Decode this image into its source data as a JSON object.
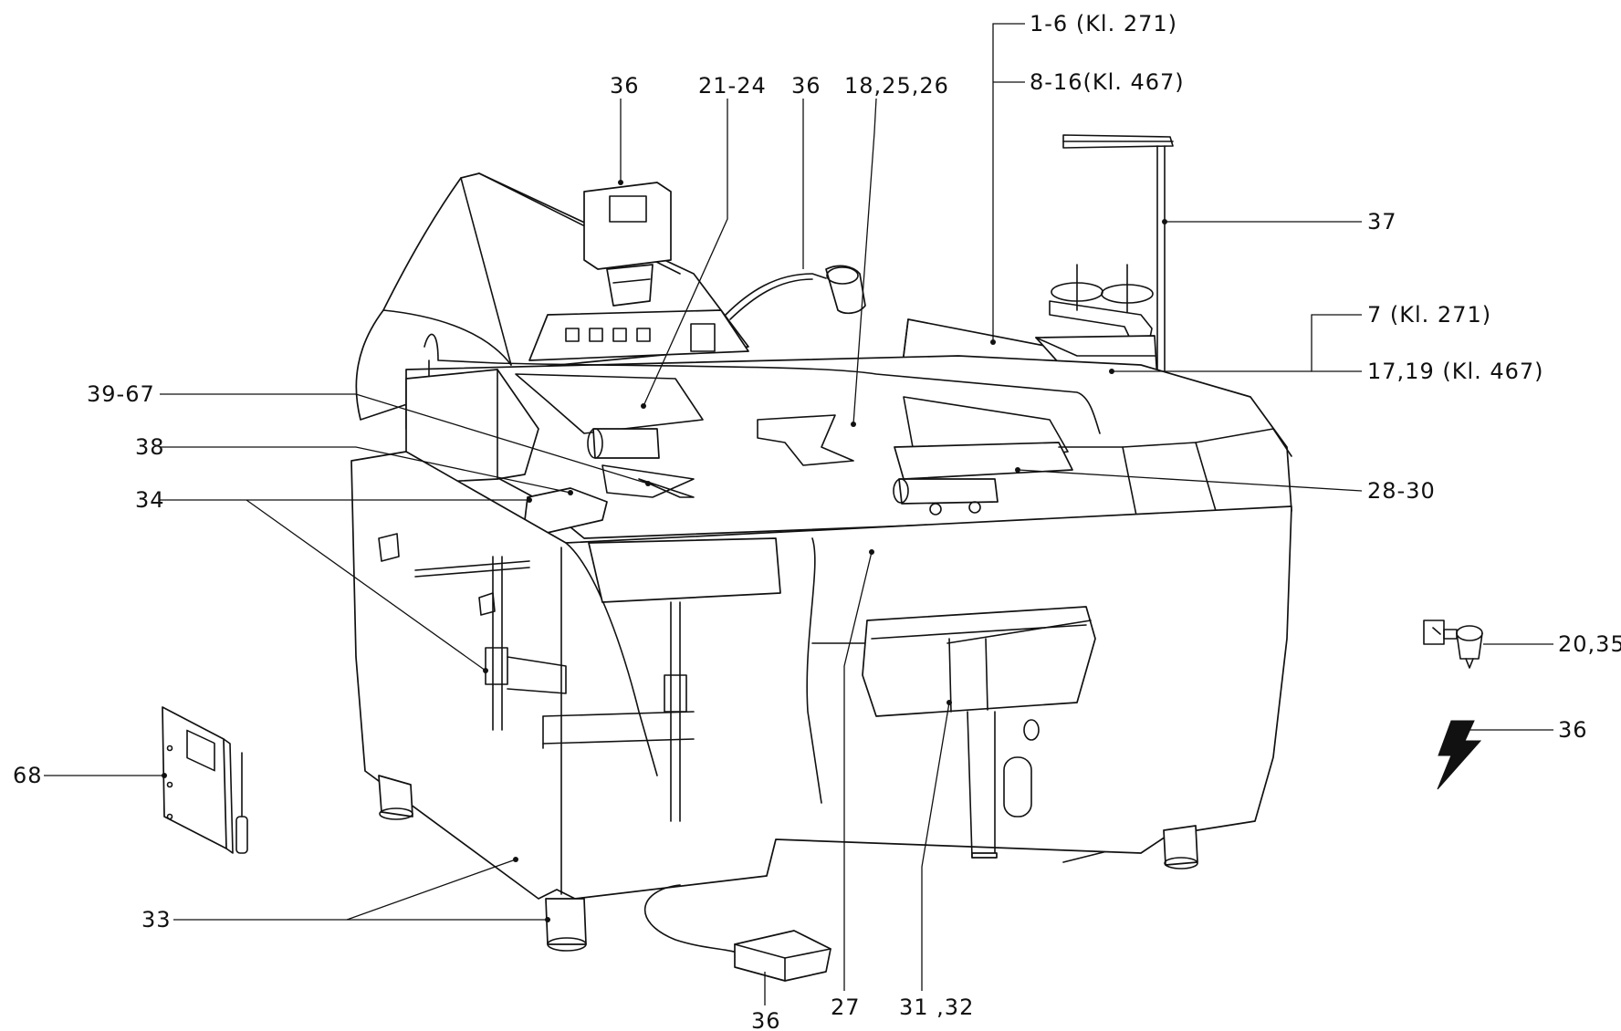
{
  "diagram": {
    "labels": {
      "l_1_6": "1-6 (Kl. 271)",
      "l_8_16": "8-16(Kl. 467)",
      "l_36_top": "36",
      "l_21_24": "21-24",
      "l_36_lamp": "36",
      "l_18_25_26": "18,25,26",
      "l_37": "37",
      "l_7": "7 (Kl. 271)",
      "l_17_19": "17,19 (Kl. 467)",
      "l_39_67": "39-67",
      "l_38": "38",
      "l_34": "34",
      "l_28_30": "28-30",
      "l_20_35": "20,35",
      "l_36_power": "36",
      "l_68": "68",
      "l_33": "33",
      "l_36_pedal": "36",
      "l_27": "27",
      "l_31_32": "31 ,32"
    }
  }
}
